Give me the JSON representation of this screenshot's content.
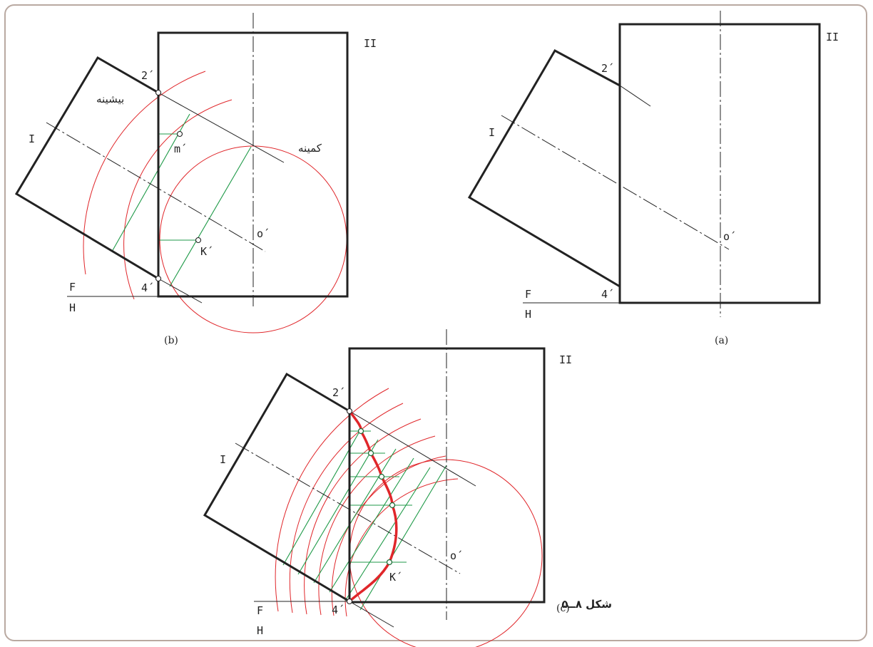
{
  "labels": {
    "plane_II": "II",
    "plane_I": "I",
    "point_2": "2´",
    "point_4": "4´",
    "point_o": "o´",
    "point_k": "K´",
    "point_m": "m´",
    "fold_F": "F",
    "fold_H": "H",
    "max_label": "بیشینه",
    "min_label": "کمینه"
  },
  "captions": {
    "a": "(a)",
    "b": "(b)",
    "c": "(c)",
    "figure": "شکل ۸ــ۵"
  },
  "colors": {
    "outline": "#222222",
    "arc": "#e0262a",
    "construction": "#1f9a48",
    "frame": "#b9a9a1"
  }
}
